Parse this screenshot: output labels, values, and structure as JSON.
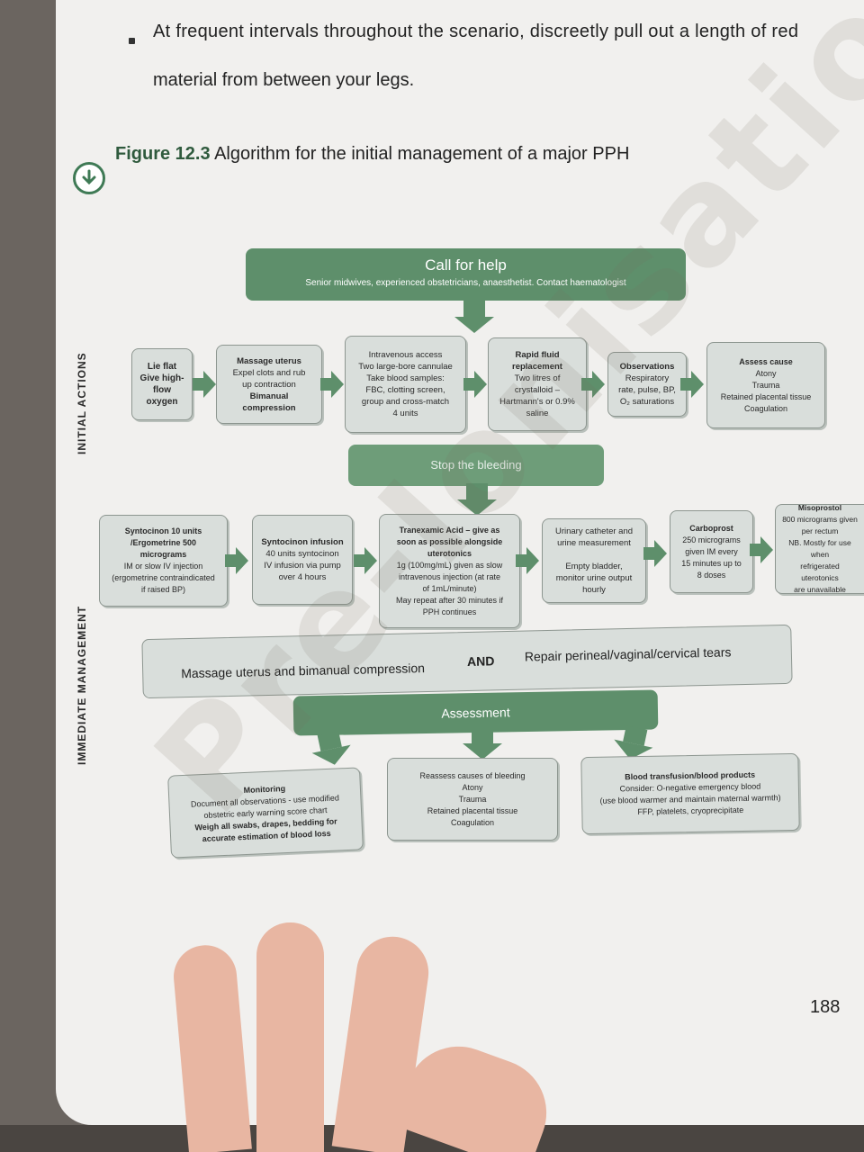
{
  "text": {
    "bullet_line1": "At frequent intervals throughout the scenario, discreetly pull out a length of red",
    "bullet_line2": "material from between your legs.",
    "figure_label": "Figure 12.3",
    "figure_title": "Algorithm for the initial management of a major PPH",
    "side_initial": "INITIAL ACTIONS",
    "side_immediate": "IMMEDIATE MANAGEMENT",
    "watermark": "Pre-Ionisation",
    "page_number": "188"
  },
  "call_for_help": {
    "title": "Call for help",
    "subtitle": "Senior midwives, experienced obstetricians, anaesthetist. Contact haematologist"
  },
  "row1": [
    {
      "lines": [
        "Lie flat",
        "Give high-",
        "flow",
        "oxygen"
      ]
    },
    {
      "lines": [
        "Massage uterus",
        "Expel clots and rub",
        "up contraction",
        "Bimanual",
        "compression"
      ]
    },
    {
      "lines": [
        "Intravenous access",
        "Two large-bore cannulae",
        "Take blood samples:",
        "FBC, clotting screen,",
        "group and cross-match",
        "4 units"
      ]
    },
    {
      "lines": [
        "Rapid fluid",
        "replacement",
        "Two litres of",
        "crystalloid –",
        "Hartmann's or 0.9%",
        "saline"
      ]
    },
    {
      "lines": [
        "Observations",
        "Respiratory",
        "rate, pulse, BP,",
        "O₂ saturations"
      ]
    },
    {
      "lines": [
        "Assess cause",
        "Atony",
        "Trauma",
        "Retained placental tissue",
        "Coagulation"
      ]
    }
  ],
  "stop_bleeding": "Stop the bleeding",
  "row2": [
    {
      "lines": [
        "Syntocinon 10 units",
        "/Ergometrine 500",
        "micrograms",
        "IM or slow IV injection",
        "(ergometrine contraindicated",
        "if raised BP)"
      ]
    },
    {
      "lines": [
        "Syntocinon infusion",
        "40 units syntocinon",
        "IV infusion via pump",
        "over 4 hours"
      ]
    },
    {
      "lines": [
        "Tranexamic Acid – give as",
        "soon as possible alongside",
        "uterotonics",
        "1g (100mg/mL) given as slow",
        "intravenous injection (at rate",
        "of 1mL/minute)",
        "May repeat after 30 minutes if",
        "PPH continues"
      ]
    },
    {
      "lines": [
        "Urinary catheter and",
        "urine measurement",
        "",
        "Empty bladder,",
        "monitor urine output",
        "hourly"
      ]
    },
    {
      "lines": [
        "Carboprost",
        "250 micrograms",
        "given IM every",
        "15 minutes up to",
        "8 doses"
      ]
    },
    {
      "lines": [
        "Misoprostol",
        "800 micrograms given",
        "per rectum",
        "NB. Mostly for use when",
        "refrigerated uterotonics",
        "are unavailable"
      ]
    }
  ],
  "massage_bar": {
    "left": "Massage uterus and bimanual compression",
    "mid": "AND",
    "right": "Repair perineal/vaginal/cervical tears"
  },
  "assessment": "Assessment",
  "row3": [
    {
      "lines": [
        "Monitoring",
        "Document all observations - use modified",
        "obstetric early warning score chart",
        "Weigh all swabs, drapes, bedding for",
        "accurate estimation of blood loss"
      ]
    },
    {
      "lines": [
        "Reassess causes of bleeding",
        "Atony",
        "Trauma",
        "Retained placental tissue",
        "Coagulation"
      ]
    },
    {
      "lines": [
        "Blood transfusion/blood products",
        "Consider: O-negative emergency blood",
        "(use blood warmer and maintain maternal warmth)",
        "FFP, platelets, cryoprecipitate"
      ]
    }
  ],
  "colors": {
    "green": "#5e8f6b",
    "box": "#d9dedb",
    "page": "#f1f0ee"
  }
}
